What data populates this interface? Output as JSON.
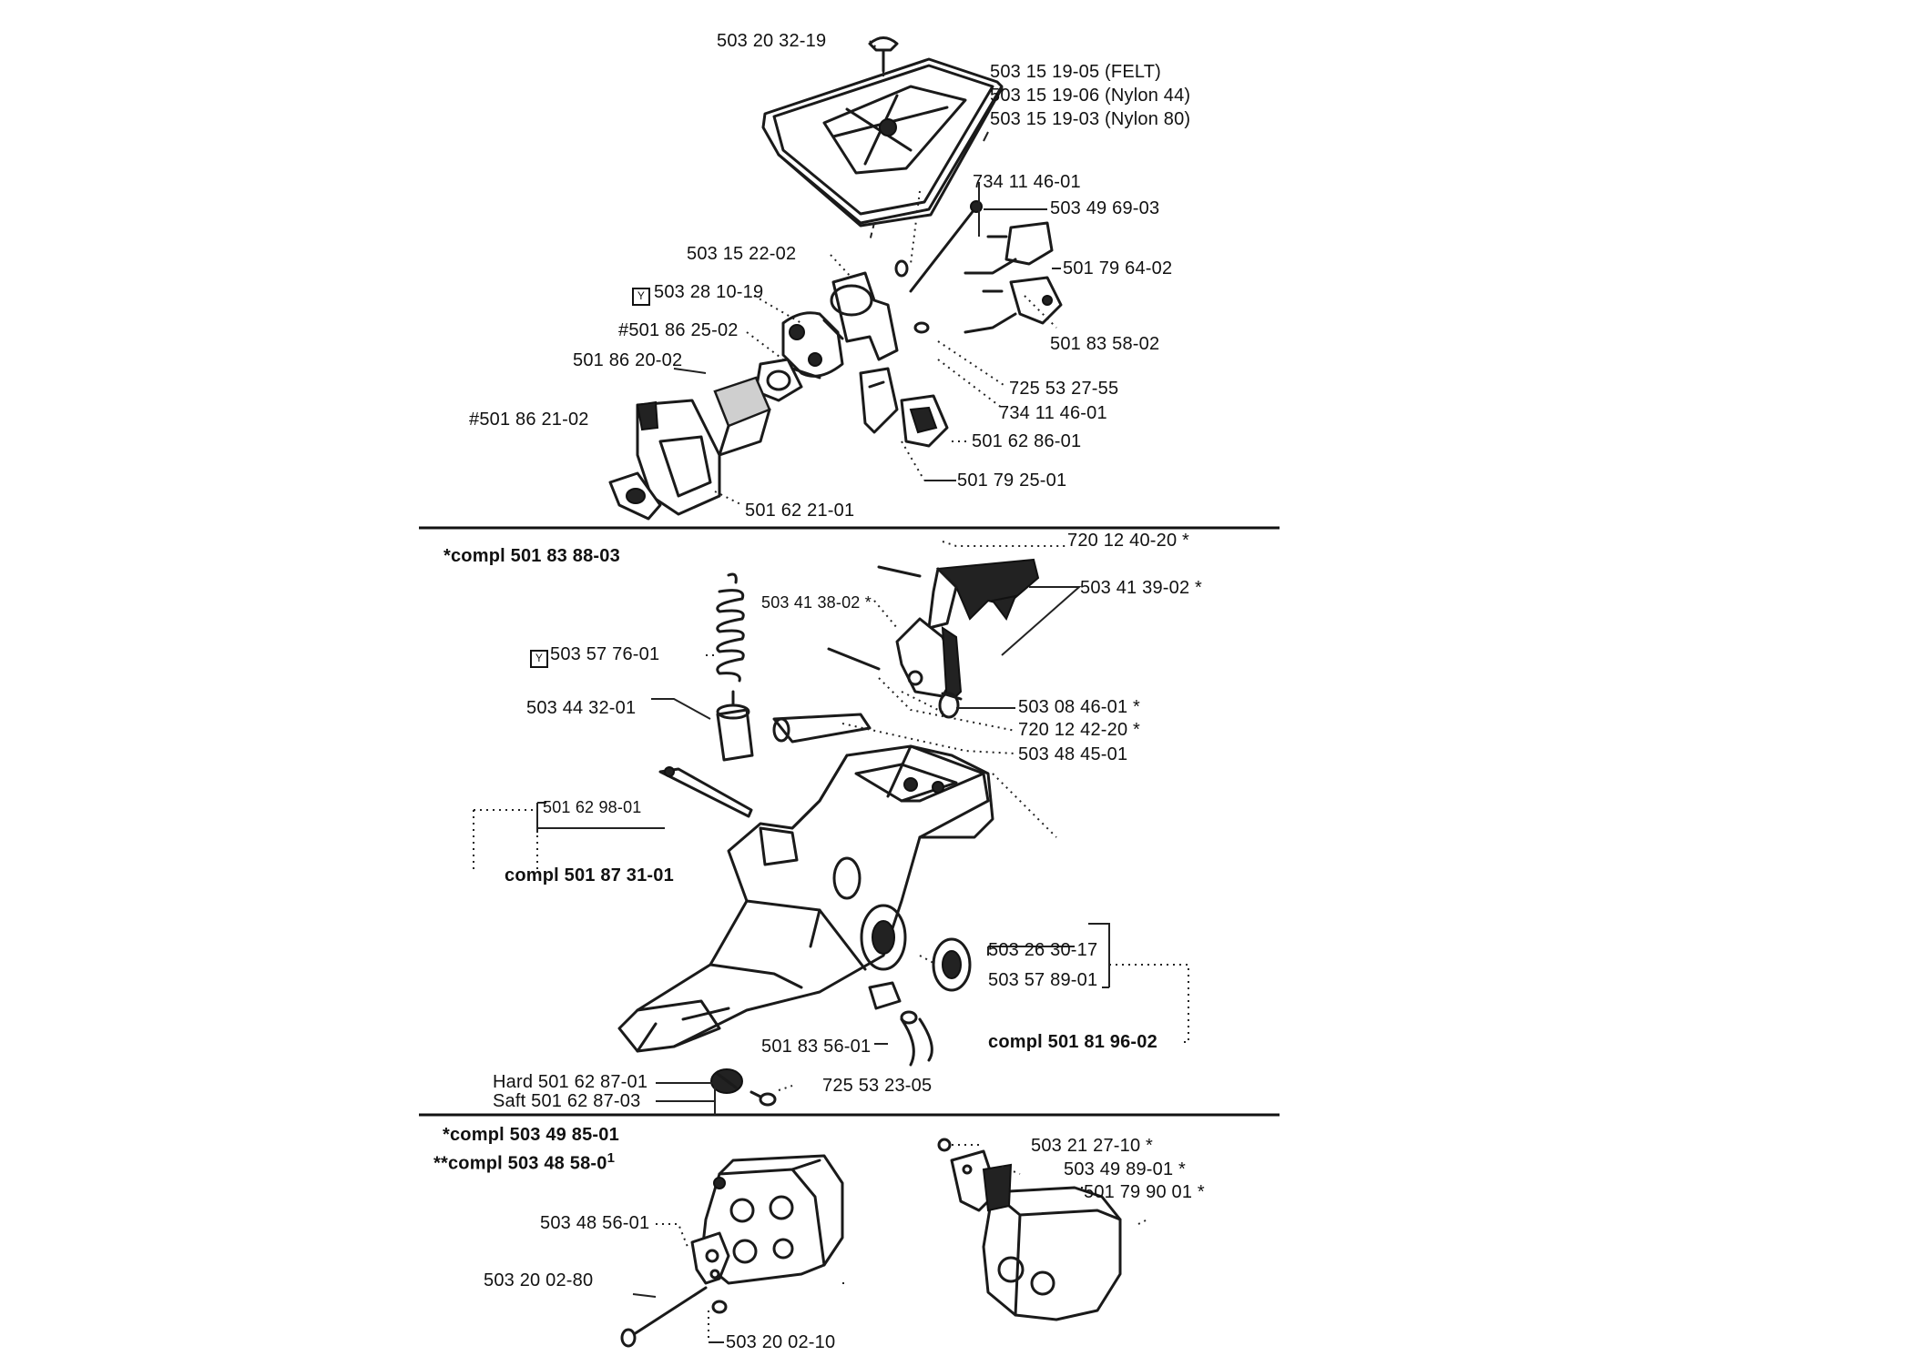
{
  "labels": {
    "t1": "503 20 32-19",
    "t2": "503 15 19-05 (FELT)",
    "t3": "503 15 19-06 (Nylon 44)",
    "t4": "503 15 19-03 (Nylon 80)",
    "t5": "734 11 46-01",
    "t6": "503 49 69-03",
    "t7": "503 15 22-02",
    "t8": "501 79 64-02",
    "t9": "503 28 10-19",
    "t10": "#501 86 25-02",
    "t11": "501 83 58-02",
    "t12": "501 86 20-02",
    "t13": "725 53 27-55",
    "t14": "734 11 46-01",
    "t15": "#501 86 21-02",
    "t16": "501 62 86-01",
    "t17": "501 79 25-01",
    "t18": "501 62 21-01",
    "m1": "720 12 40-20 *",
    "m2": "*compl 501 83 88-03",
    "m3": "503 41 39-02 *",
    "m4": "503 41 38-02 *",
    "m5": "503 57 76-01",
    "m6": "503 44 32-01",
    "m7": "503 08 46-01 *",
    "m8": "720 12 42-20 *",
    "m9": "503 48 45-01",
    "m10": "501 62 98-01",
    "m11": "compl 501 87 31-01",
    "m12": "503 26 30-17",
    "m13": "503 57 89-01",
    "m14": "compl 501 81 96-02",
    "m15": "501 83 56-01",
    "m16": "Hard 501 62 87-01",
    "m17": "Saft 501 62 87-03",
    "m18": "725 53 23-05",
    "b1": "*compl 503 49 85-01",
    "b2": "**compl 503 48 58-0",
    "b2sup": "1",
    "b3": "503 21 27-10 *",
    "b4": "503 49 89-01 *",
    "b5": "501 79 90 01 *",
    "b6": "503 48 56-01",
    "b7": "503 20 02-80",
    "b8": "503 20 02-10"
  },
  "icons": [
    "tool-mark-icon",
    "tool-mark-icon"
  ]
}
